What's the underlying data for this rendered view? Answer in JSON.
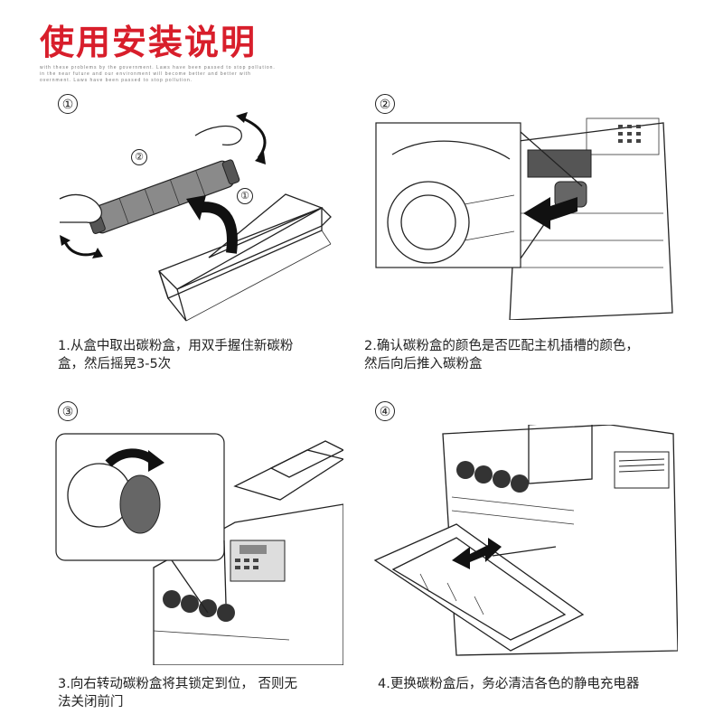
{
  "header": {
    "title": "使用安装说明",
    "subtitle_lines": [
      "with these problems by the government. Laws have been passed to stop pollution.",
      "in the near future and our environment will become better and better with",
      "overnment. Laws have been passed to stop pollution."
    ]
  },
  "steps": [
    {
      "number": "①",
      "caption_line1": "1.从盒中取出碳粉盒，用双手握住新碳粉",
      "caption_line2": "盒，然后摇晃3-5次",
      "inner_labels": [
        "②",
        "①"
      ]
    },
    {
      "number": "②",
      "caption_line1": "2.确认碳粉盒的颜色是否匹配主机插槽的颜色，",
      "caption_line2": "然后向后推入碳粉盒"
    },
    {
      "number": "③",
      "caption_line1": "3.向右转动碳粉盒将其锁定到位，  否则无",
      "caption_line2": "法关闭前门"
    },
    {
      "number": "④",
      "caption_line1": "4.更换碳粉盒后，务必清洁各色的静电充电器",
      "caption_line2": ""
    }
  ]
}
